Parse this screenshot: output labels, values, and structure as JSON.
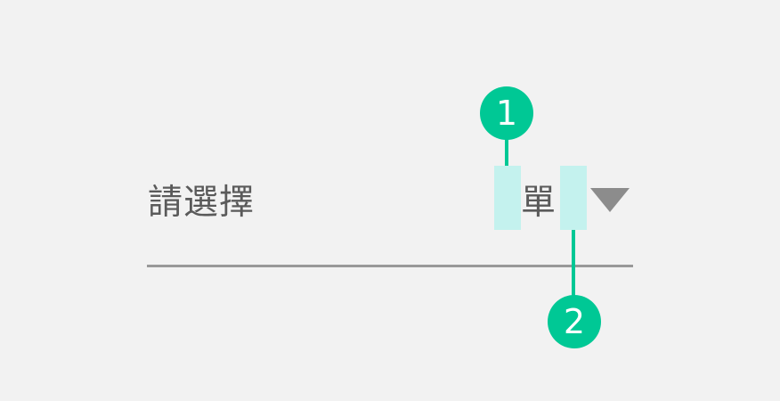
{
  "field": {
    "label": "請選擇",
    "selected_value": "單"
  },
  "callouts": [
    {
      "number": "1"
    },
    {
      "number": "2"
    }
  ],
  "colors": {
    "background": "#f2f2f2",
    "text": "#5a5a5a",
    "highlight": "#c4f2ee",
    "accent": "#00c895",
    "arrow": "#8c8c8c",
    "underline": "#999999"
  },
  "icons": {
    "dropdown": "caret-down-icon"
  }
}
